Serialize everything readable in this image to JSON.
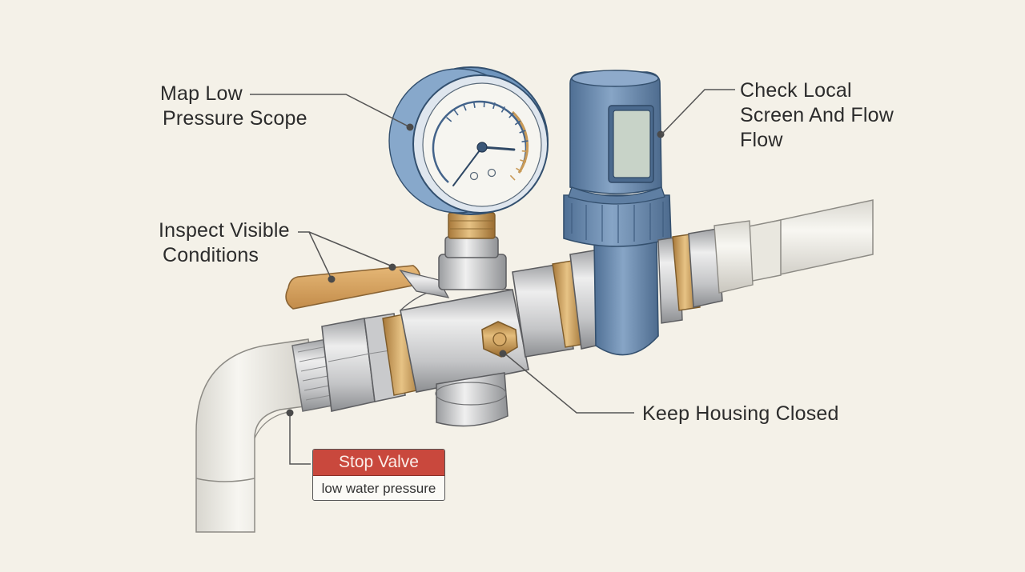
{
  "callouts": {
    "map_low": [
      "Map Low",
      "Pressure Scope"
    ],
    "check_local": [
      "Check Local",
      "Screen And Flow",
      "Flow"
    ],
    "inspect": [
      "Inspect Visible",
      "Conditions"
    ],
    "keep_housing": "Keep Housing Closed"
  },
  "tag": {
    "title": "Stop Valve",
    "subtitle": "low water pressure"
  },
  "gauge": {
    "needle_fraction": 0.78
  },
  "colors": {
    "background": "#f4f1e8",
    "gauge_case": "#6f95bd",
    "filter_housing": "#6f8fb2",
    "brass": "#c99a57",
    "handle": "#d4a05e",
    "tag_red": "#c9483d",
    "pipe": "#eceae2"
  }
}
